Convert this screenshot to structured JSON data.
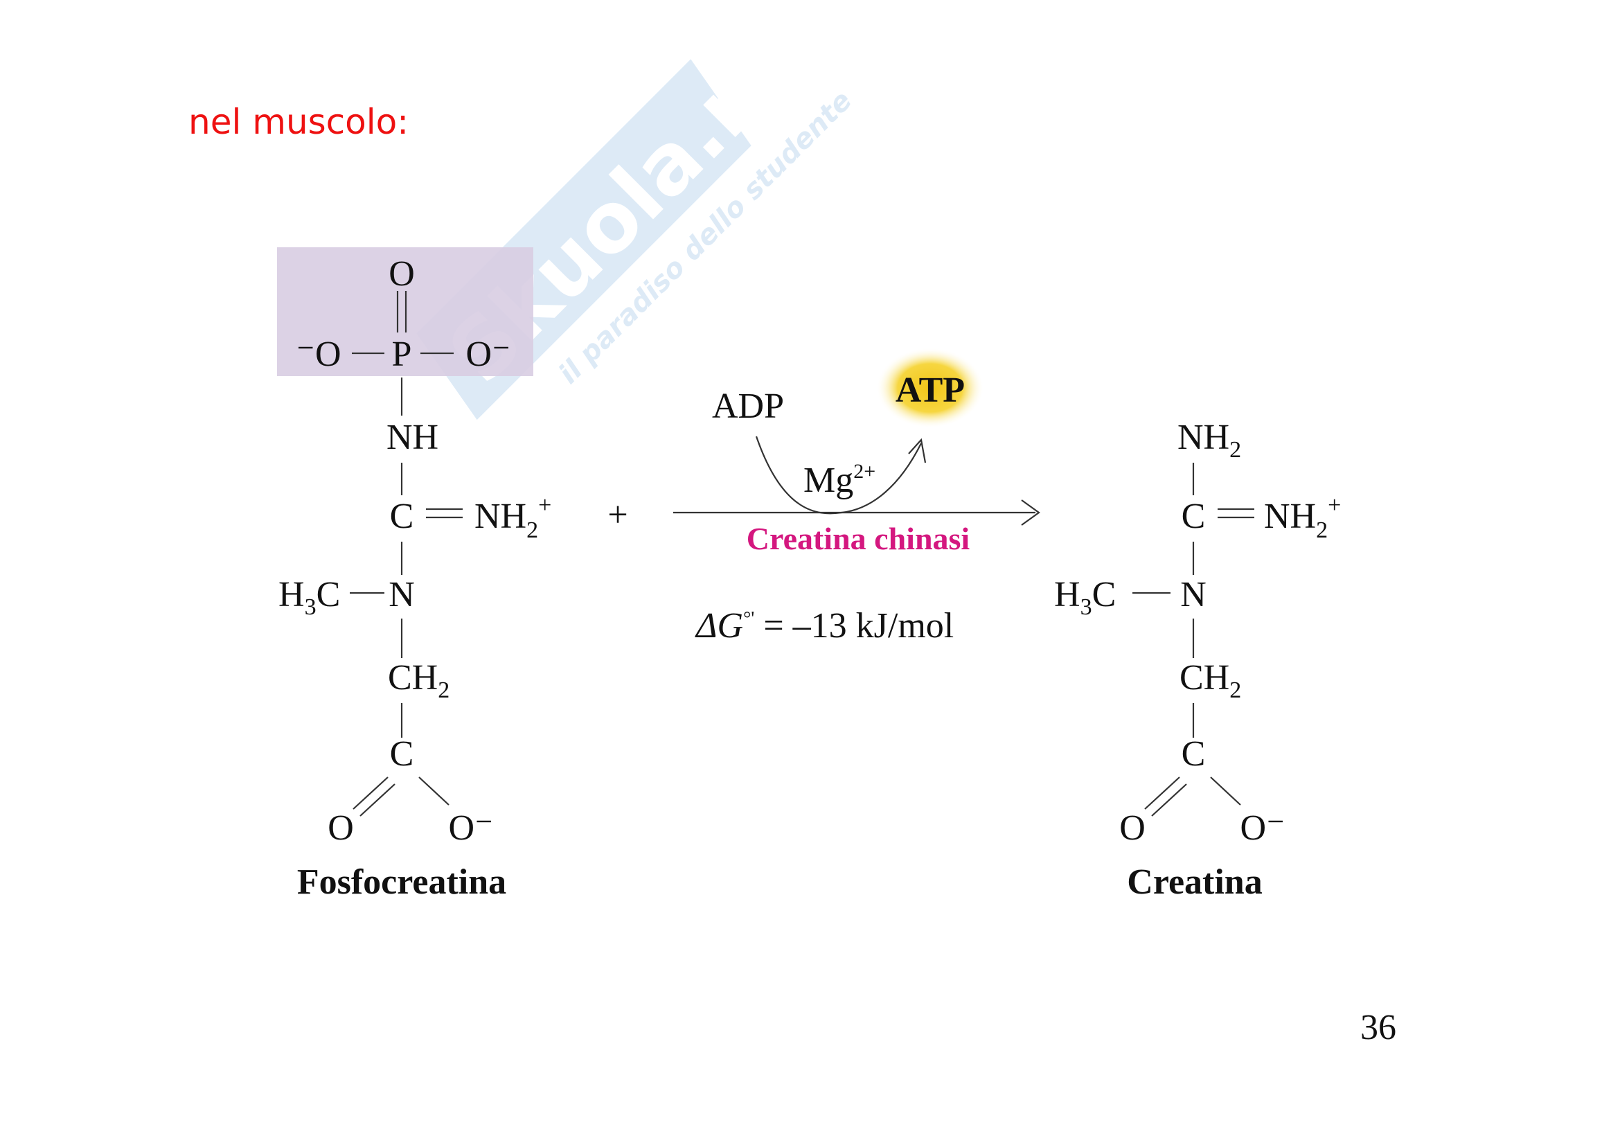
{
  "slide": {
    "title": "nel muscolo:",
    "page_number": "36",
    "watermark": {
      "brand": "Skuola.net",
      "tagline": "il paradiso dello studente"
    }
  },
  "reaction": {
    "plus": "+",
    "cofactor_in": "ADP",
    "cofactor_out": "ATP",
    "ion": {
      "main": "Mg",
      "sup": "2+"
    },
    "enzyme": "Creatina chinasi",
    "delta_g": {
      "symbol": "ΔG",
      "sup": "°'",
      "value": " = –13 kJ/mol"
    },
    "colors": {
      "enzyme": "#d4177f",
      "phosphate_box": "#d8cde2",
      "atp_glow": "#f2c619",
      "title": "#ee1111"
    }
  },
  "reactant": {
    "name": "Fosfocreatina",
    "o_top": "O",
    "o_left": "⁻O",
    "p": "P",
    "o_right": "O⁻",
    "nh": "NH",
    "c1": "C",
    "nh2plus": {
      "main": "NH",
      "sub": "2",
      "sup": "+"
    },
    "h3c": {
      "a": "H",
      "sub": "3",
      "b": "C"
    },
    "n": "N",
    "ch2": {
      "main": "CH",
      "sub": "2"
    },
    "c2": "C",
    "o_bottom": "O",
    "o_minus": "O⁻"
  },
  "product": {
    "name": "Creatina",
    "nh2": {
      "main": "NH",
      "sub": "2"
    },
    "c1": "C",
    "nh2plus": {
      "main": "NH",
      "sub": "2",
      "sup": "+"
    },
    "h3c": {
      "a": "H",
      "sub": "3",
      "b": "C"
    },
    "n": "N",
    "ch2": {
      "main": "CH",
      "sub": "2"
    },
    "c2": "C",
    "o_bottom": "O",
    "o_minus": "O⁻"
  }
}
